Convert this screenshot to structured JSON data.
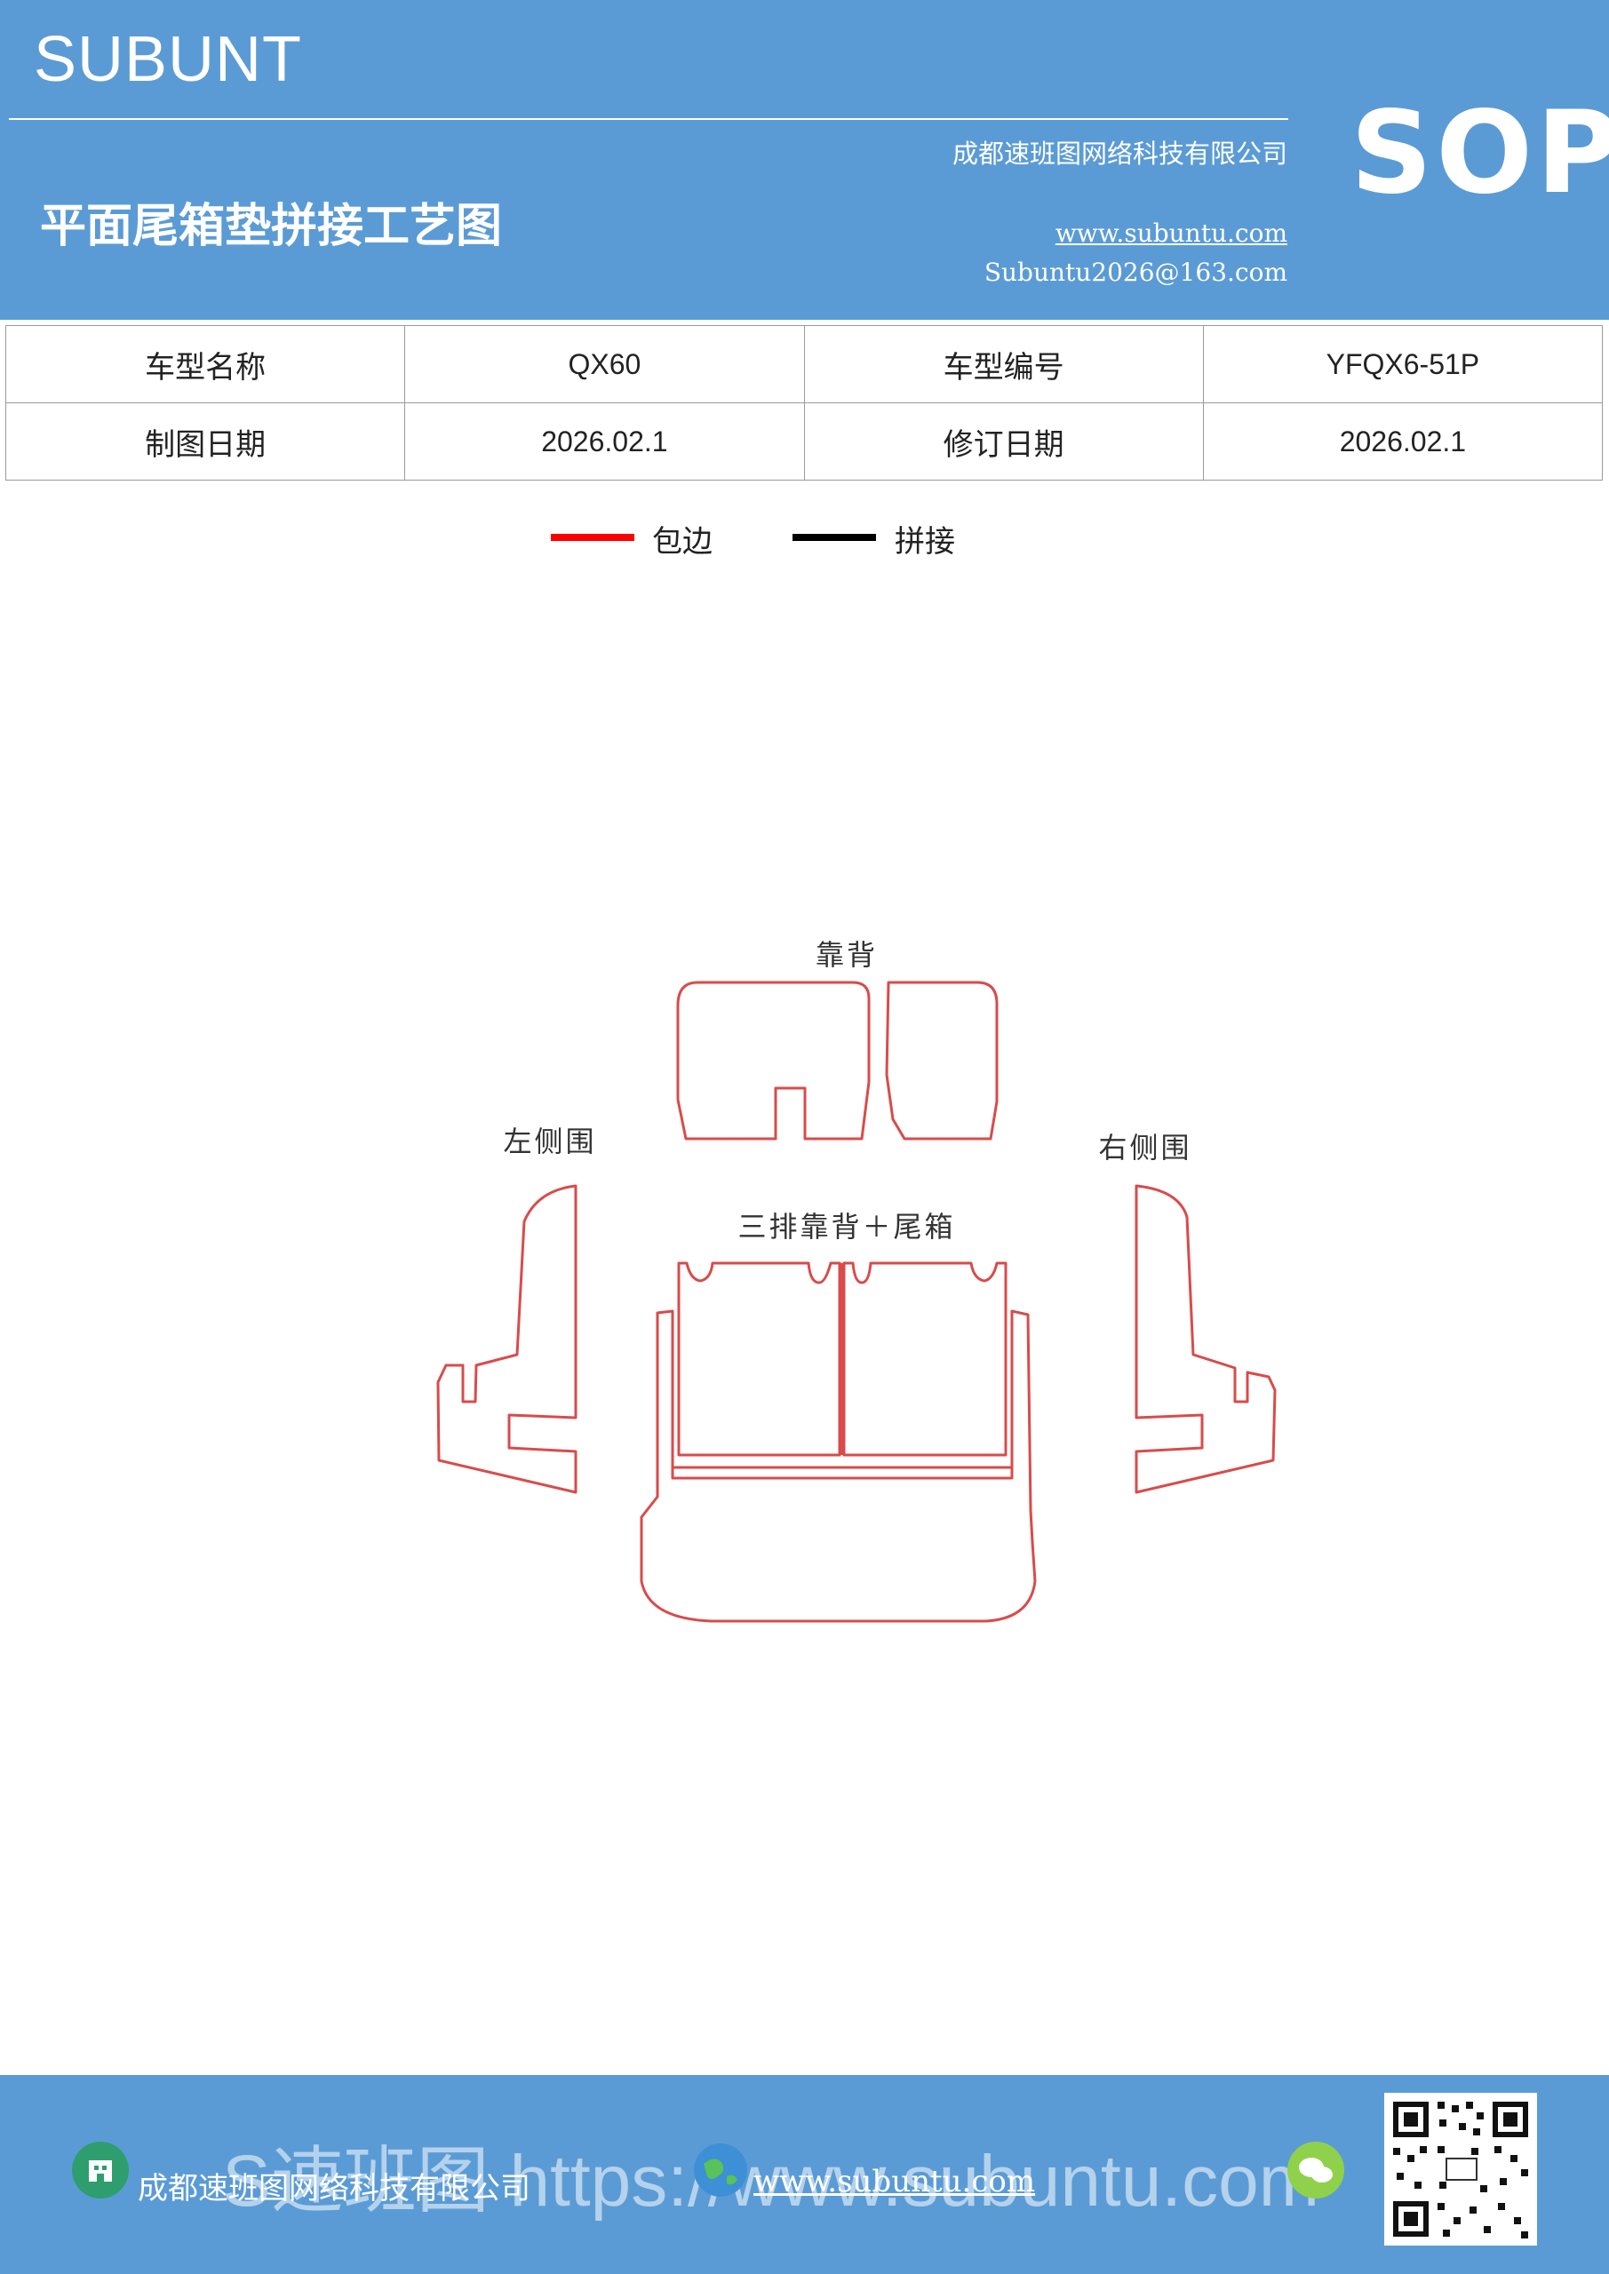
{
  "colors": {
    "header_blue": "#5b9bd5",
    "edge_red": "#ff0000",
    "splice_black": "#000000",
    "panel_red": "#d94b4b"
  },
  "header": {
    "brand": "SUBUNT",
    "company": "成都速班图网络科技有限公司",
    "title": "平面尾箱垫拼接工艺图",
    "website": "www.subuntu.com",
    "email": "Subuntu2026@163.com",
    "badge": "SOP"
  },
  "info_table": {
    "rows": [
      [
        "车型名称",
        "QX60",
        "车型编号",
        "YFQX6-51P"
      ],
      [
        "制图日期",
        "2026.02.1",
        "修订日期",
        "2026.02.1"
      ]
    ]
  },
  "legend": {
    "edging": "包边",
    "splicing": "拼接"
  },
  "diagram": {
    "backrest": "靠背",
    "left_side": "左侧围",
    "right_side": "右侧围",
    "third_row_trunk": "三排靠背＋尾箱"
  },
  "footer": {
    "company": "成都速班图网络科技有限公司",
    "website": "www.subuntu.com",
    "watermark": "S速班图 https://www.subuntu.com",
    "icons": [
      "company-icon",
      "globe-icon",
      "wechat-icon",
      "qr-code"
    ]
  }
}
